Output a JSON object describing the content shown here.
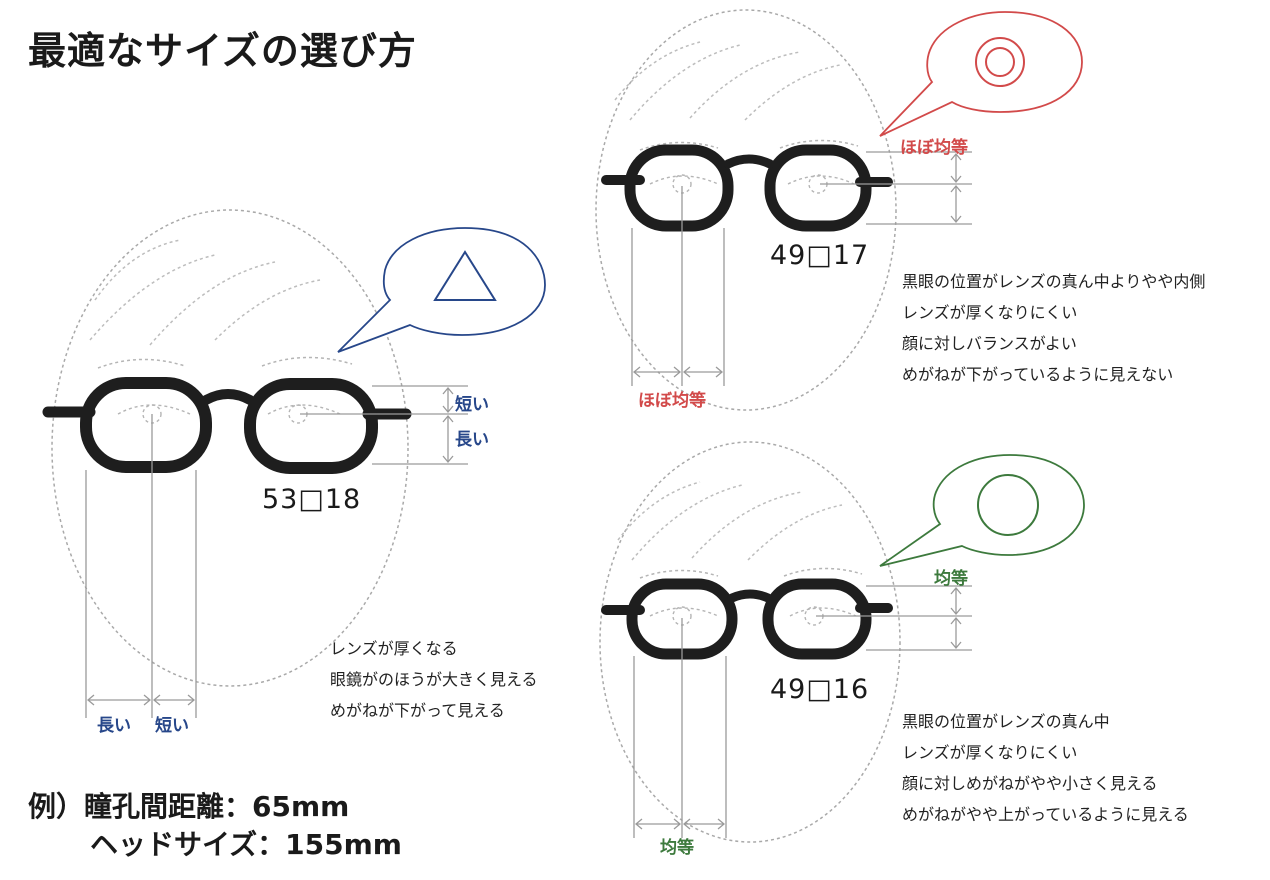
{
  "title": "最適なサイズの選び方",
  "diagrams": [
    {
      "id": "large",
      "size_label": "53□18",
      "bubble_symbol": "triangle",
      "bubble_color": "#27478a",
      "vertical_labels": [
        "短い",
        "長い"
      ],
      "horizontal_labels": [
        "長い",
        "短い"
      ],
      "description": [
        "レンズが厚くなる",
        "眼鏡がのほうが大きく見える",
        "めがねが下がって見える"
      ]
    },
    {
      "id": "medium",
      "size_label": "49□17",
      "bubble_symbol": "double-circle",
      "bubble_color": "#d24a4a",
      "vertical_label": "ほぼ均等",
      "horizontal_label": "ほぼ均等",
      "description": [
        "黒眼の位置がレンズの真ん中よりやや内側",
        "レンズが厚くなりにくい",
        "顔に対しバランスがよい",
        "めがねが下がっているように見えない"
      ]
    },
    {
      "id": "small",
      "size_label": "49□16",
      "bubble_symbol": "circle",
      "bubble_color": "#3d7a3d",
      "vertical_label": "均等",
      "horizontal_label": "均等",
      "description": [
        "黒眼の位置がレンズの真ん中",
        "レンズが厚くなりにくい",
        "顔に対しめがねがやや小さく見える",
        "めがねがやや上がっているように見える"
      ]
    }
  ],
  "example": {
    "line1": "例）瞳孔間距離：65mm",
    "line2": "ヘッドサイズ：155mm"
  }
}
